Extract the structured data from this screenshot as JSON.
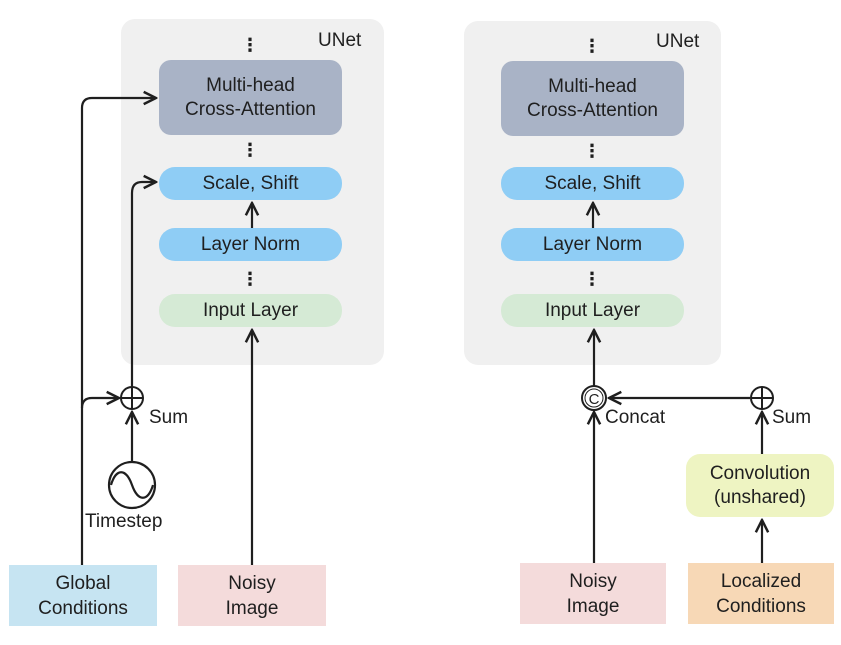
{
  "left": {
    "unet_label": "UNet",
    "mha": "Multi-head\nCross-Attention",
    "scale_shift": "Scale, Shift",
    "layer_norm": "Layer Norm",
    "input_layer": "Input Layer",
    "sum_label": "Sum",
    "timestep_label": "Timestep",
    "global_conditions": "Global\nConditions",
    "noisy_image": "Noisy\nImage"
  },
  "right": {
    "unet_label": "UNet",
    "mha": "Multi-head\nCross-Attention",
    "scale_shift": "Scale, Shift",
    "layer_norm": "Layer Norm",
    "input_layer": "Input Layer",
    "concat_label": "Concat",
    "sum_label": "Sum",
    "convolution": "Convolution\n(unshared)",
    "noisy_image": "Noisy\nImage",
    "localized_conditions": "Localized\nConditions"
  },
  "colors": {
    "mha": "#a9b3c6",
    "blue_block": "#8fcdf5",
    "green_block": "#d5ead5",
    "global_conditions": "#c6e4f2",
    "noisy_image": "#f4dbdb",
    "localized_conditions": "#f7d8b6",
    "convolution": "#eef4c2",
    "unet_bg": "#f0f0f0"
  }
}
